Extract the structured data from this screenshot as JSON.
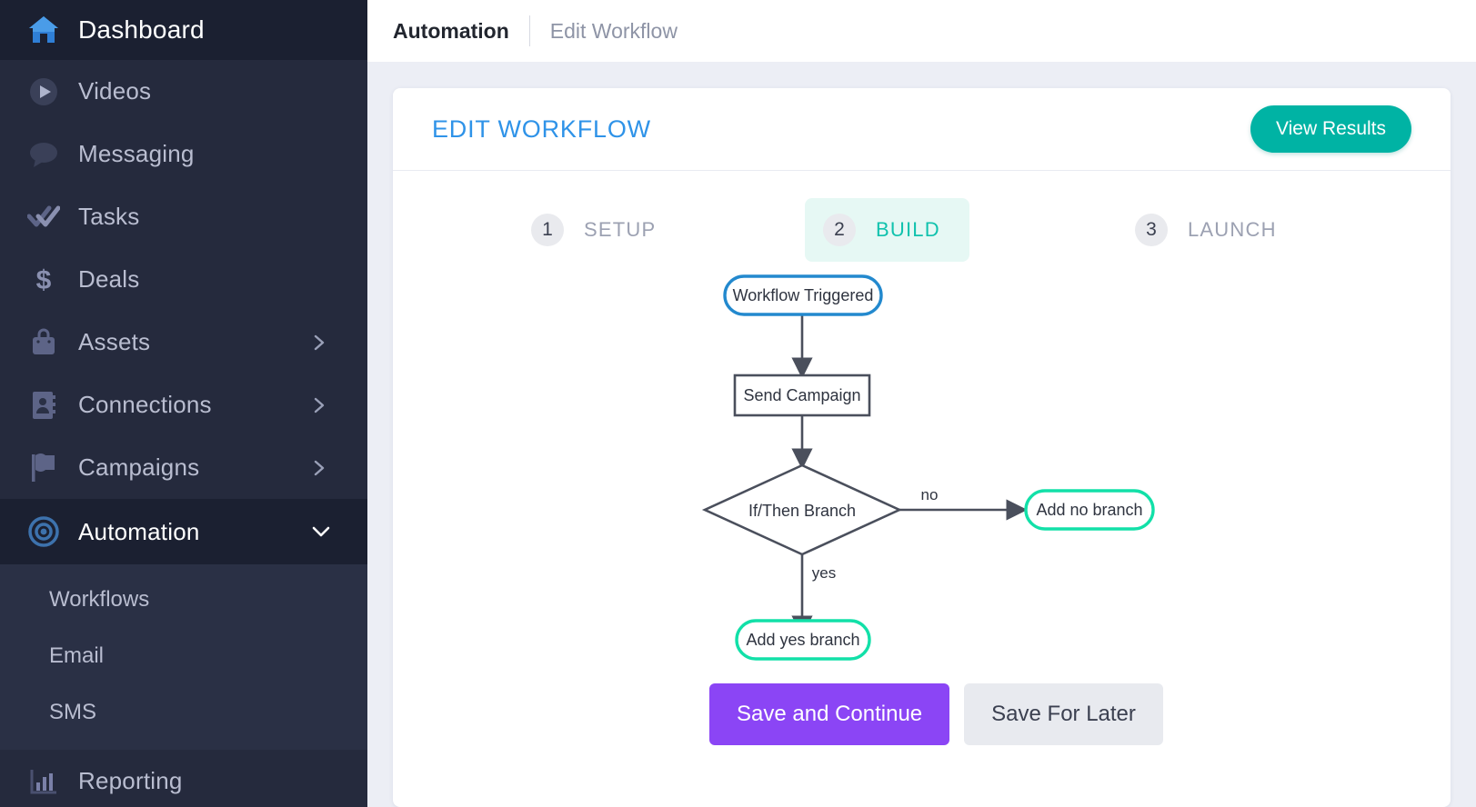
{
  "sidebar": {
    "items": [
      {
        "label": "Dashboard",
        "icon": "home-icon",
        "active": true,
        "expandable": false
      },
      {
        "label": "Videos",
        "icon": "play-circle-icon",
        "expandable": false
      },
      {
        "label": "Messaging",
        "icon": "chat-bubble-icon",
        "expandable": false
      },
      {
        "label": "Tasks",
        "icon": "double-check-icon",
        "expandable": false
      },
      {
        "label": "Deals",
        "icon": "dollar-icon",
        "expandable": false
      },
      {
        "label": "Assets",
        "icon": "briefcase-icon",
        "expandable": true
      },
      {
        "label": "Connections",
        "icon": "contact-book-icon",
        "expandable": true
      },
      {
        "label": "Campaigns",
        "icon": "flag-icon",
        "expandable": true
      },
      {
        "label": "Automation",
        "icon": "target-icon",
        "expandable": true,
        "expanded": true
      },
      {
        "label": "Reporting",
        "icon": "bar-chart-icon",
        "expandable": false
      }
    ],
    "submenu": [
      {
        "label": "Workflows"
      },
      {
        "label": "Email"
      },
      {
        "label": "SMS"
      }
    ]
  },
  "topbar": {
    "breadcrumb_active": "Automation",
    "breadcrumb_current": "Edit Workflow"
  },
  "card": {
    "title": "EDIT WORKFLOW",
    "view_results_label": "View Results"
  },
  "stepper": {
    "steps": [
      {
        "number": "1",
        "label": "SETUP",
        "active": false
      },
      {
        "number": "2",
        "label": "BUILD",
        "active": true
      },
      {
        "number": "3",
        "label": "LAUNCH",
        "active": false
      }
    ]
  },
  "flow": {
    "nodes": {
      "trigger": "Workflow Triggered",
      "action": "Send Campaign",
      "decision": "If/Then Branch",
      "no_branch": "Add no branch",
      "yes_branch": "Add yes branch"
    },
    "edge_labels": {
      "no": "no",
      "yes": "yes"
    }
  },
  "actions": {
    "primary_label": "Save and Continue",
    "secondary_label": "Save For Later"
  },
  "colors": {
    "sidebar_bg": "#252a3d",
    "sidebar_active_bg": "#1b2031",
    "submenu_bg": "#2a3045",
    "accent_blue": "#2f93e8",
    "accent_teal": "#00b3a4",
    "accent_green": "#12e0a8",
    "accent_purple": "#8b45f5",
    "node_stroke": "#4a4f5c",
    "trigger_stroke": "#2389ce",
    "page_bg": "#eceef5"
  }
}
